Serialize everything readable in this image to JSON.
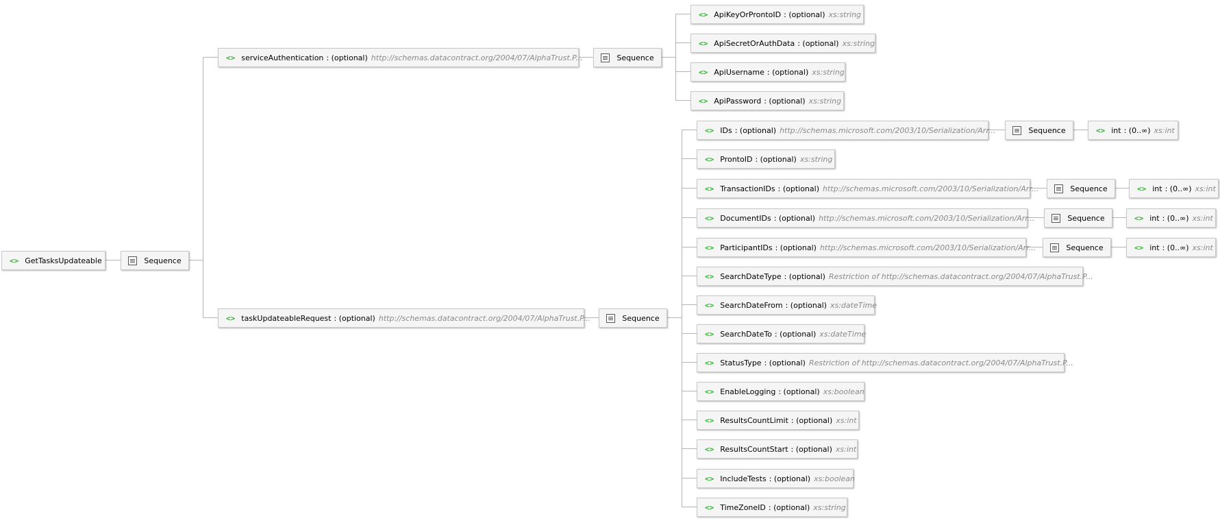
{
  "diagram": {
    "root": {
      "name": "GetTasksUpdateable"
    },
    "sequence_label": "Sequence",
    "service_authentication": {
      "name": "serviceAuthentication",
      "card": ": (optional)",
      "type": "http://schemas.datacontract.org/2004/07/AlphaTrust.P...",
      "children": [
        {
          "name": "ApiKeyOrProntoID",
          "card": ": (optional)",
          "type": "xs:string"
        },
        {
          "name": "ApiSecretOrAuthData",
          "card": ": (optional)",
          "type": "xs:string"
        },
        {
          "name": "ApiUsername",
          "card": ": (optional)",
          "type": "xs:string"
        },
        {
          "name": "ApiPassword",
          "card": ": (optional)",
          "type": "xs:string"
        }
      ]
    },
    "task_updateable_request": {
      "name": "taskUpdateableRequest",
      "card": ": (optional)",
      "type": "http://schemas.datacontract.org/2004/07/AlphaTrust.P...",
      "children": [
        {
          "name": "IDs",
          "card": ": (optional)",
          "type": "http://schemas.microsoft.com/2003/10/Serialization/Arr...",
          "sub": {
            "name": "int",
            "card": ": (0..∞)",
            "type": "xs:int"
          }
        },
        {
          "name": "ProntoID",
          "card": ": (optional)",
          "type": "xs:string"
        },
        {
          "name": "TransactionIDs",
          "card": ": (optional)",
          "type": "http://schemas.microsoft.com/2003/10/Serialization/Arr...",
          "sub": {
            "name": "int",
            "card": ": (0..∞)",
            "type": "xs:int"
          }
        },
        {
          "name": "DocumentIDs",
          "card": ": (optional)",
          "type": "http://schemas.microsoft.com/2003/10/Serialization/Arr...",
          "sub": {
            "name": "int",
            "card": ": (0..∞)",
            "type": "xs:int"
          }
        },
        {
          "name": "ParticipantIDs",
          "card": ": (optional)",
          "type": "http://schemas.microsoft.com/2003/10/Serialization/Arr...",
          "sub": {
            "name": "int",
            "card": ": (0..∞)",
            "type": "xs:int"
          }
        },
        {
          "name": "SearchDateType",
          "card": ": (optional)",
          "type": "Restriction of http://schemas.datacontract.org/2004/07/AlphaTrust.P..."
        },
        {
          "name": "SearchDateFrom",
          "card": ": (optional)",
          "type": "xs:dateTime"
        },
        {
          "name": "SearchDateTo",
          "card": ": (optional)",
          "type": "xs:dateTime"
        },
        {
          "name": "StatusType",
          "card": ": (optional)",
          "type": "Restriction of http://schemas.datacontract.org/2004/07/AlphaTrust.P..."
        },
        {
          "name": "EnableLogging",
          "card": ": (optional)",
          "type": "xs:boolean"
        },
        {
          "name": "ResultsCountLimit",
          "card": ": (optional)",
          "type": "xs:int"
        },
        {
          "name": "ResultsCountStart",
          "card": ": (optional)",
          "type": "xs:int"
        },
        {
          "name": "IncludeTests",
          "card": ": (optional)",
          "type": "xs:boolean"
        },
        {
          "name": "TimeZoneID",
          "card": ": (optional)",
          "type": "xs:string"
        }
      ]
    }
  }
}
